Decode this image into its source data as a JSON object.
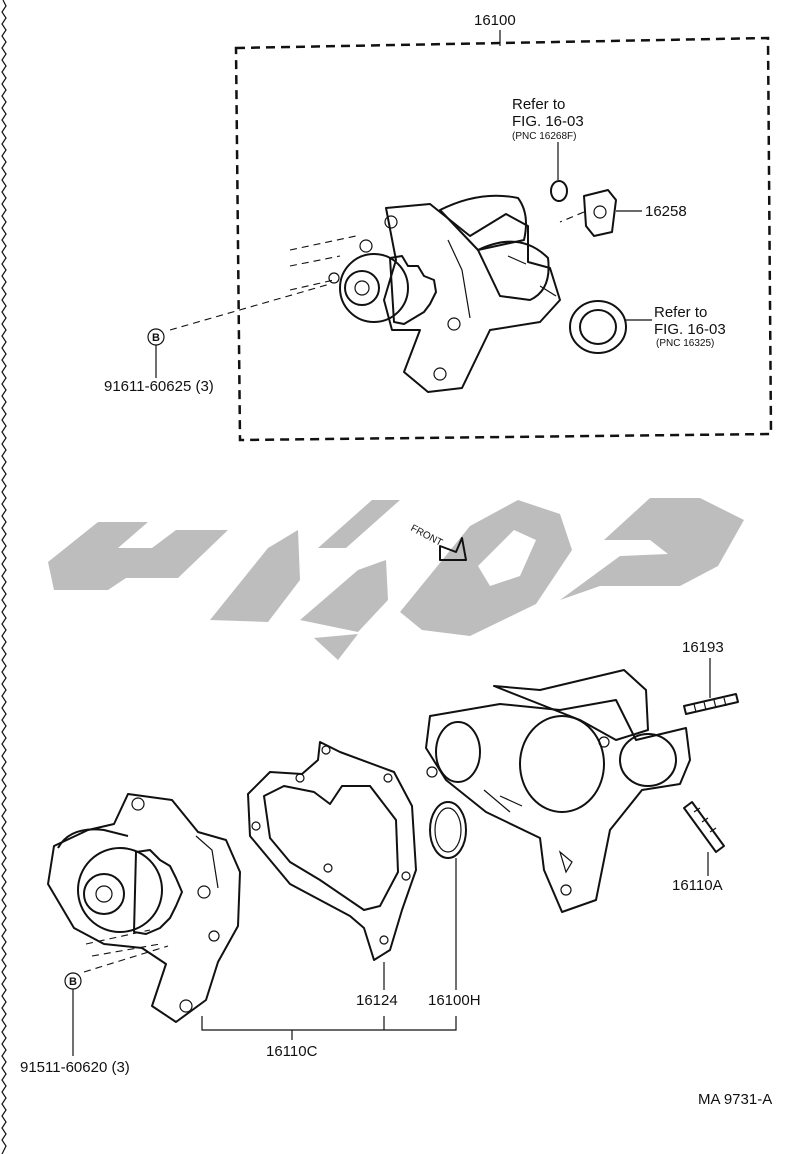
{
  "assembly": {
    "part_number": "16100"
  },
  "labels": {
    "gasket_top": "16258",
    "refer1_line1": "Refer to",
    "refer1_line2": "FIG. 16-03",
    "refer1_pnc": "(PNC 16268F)",
    "refer2_line1": "Refer to",
    "refer2_line2": "FIG. 16-03",
    "refer2_pnc": "(PNC 16325)",
    "bolt_top": "91611-60625 (3)",
    "bolt_bottom": "91511-60620 (3)",
    "stud_top": "16193",
    "stud_bottom": "16110A",
    "gasket_large": "16124",
    "oring": "16100H",
    "group": "16110C",
    "callout_letter": "B",
    "front": "FRONT",
    "figure_code": "MA 9731-A"
  },
  "colors": {
    "line": "#111111",
    "watermark": "#bdbdbd",
    "background": "#ffffff"
  }
}
